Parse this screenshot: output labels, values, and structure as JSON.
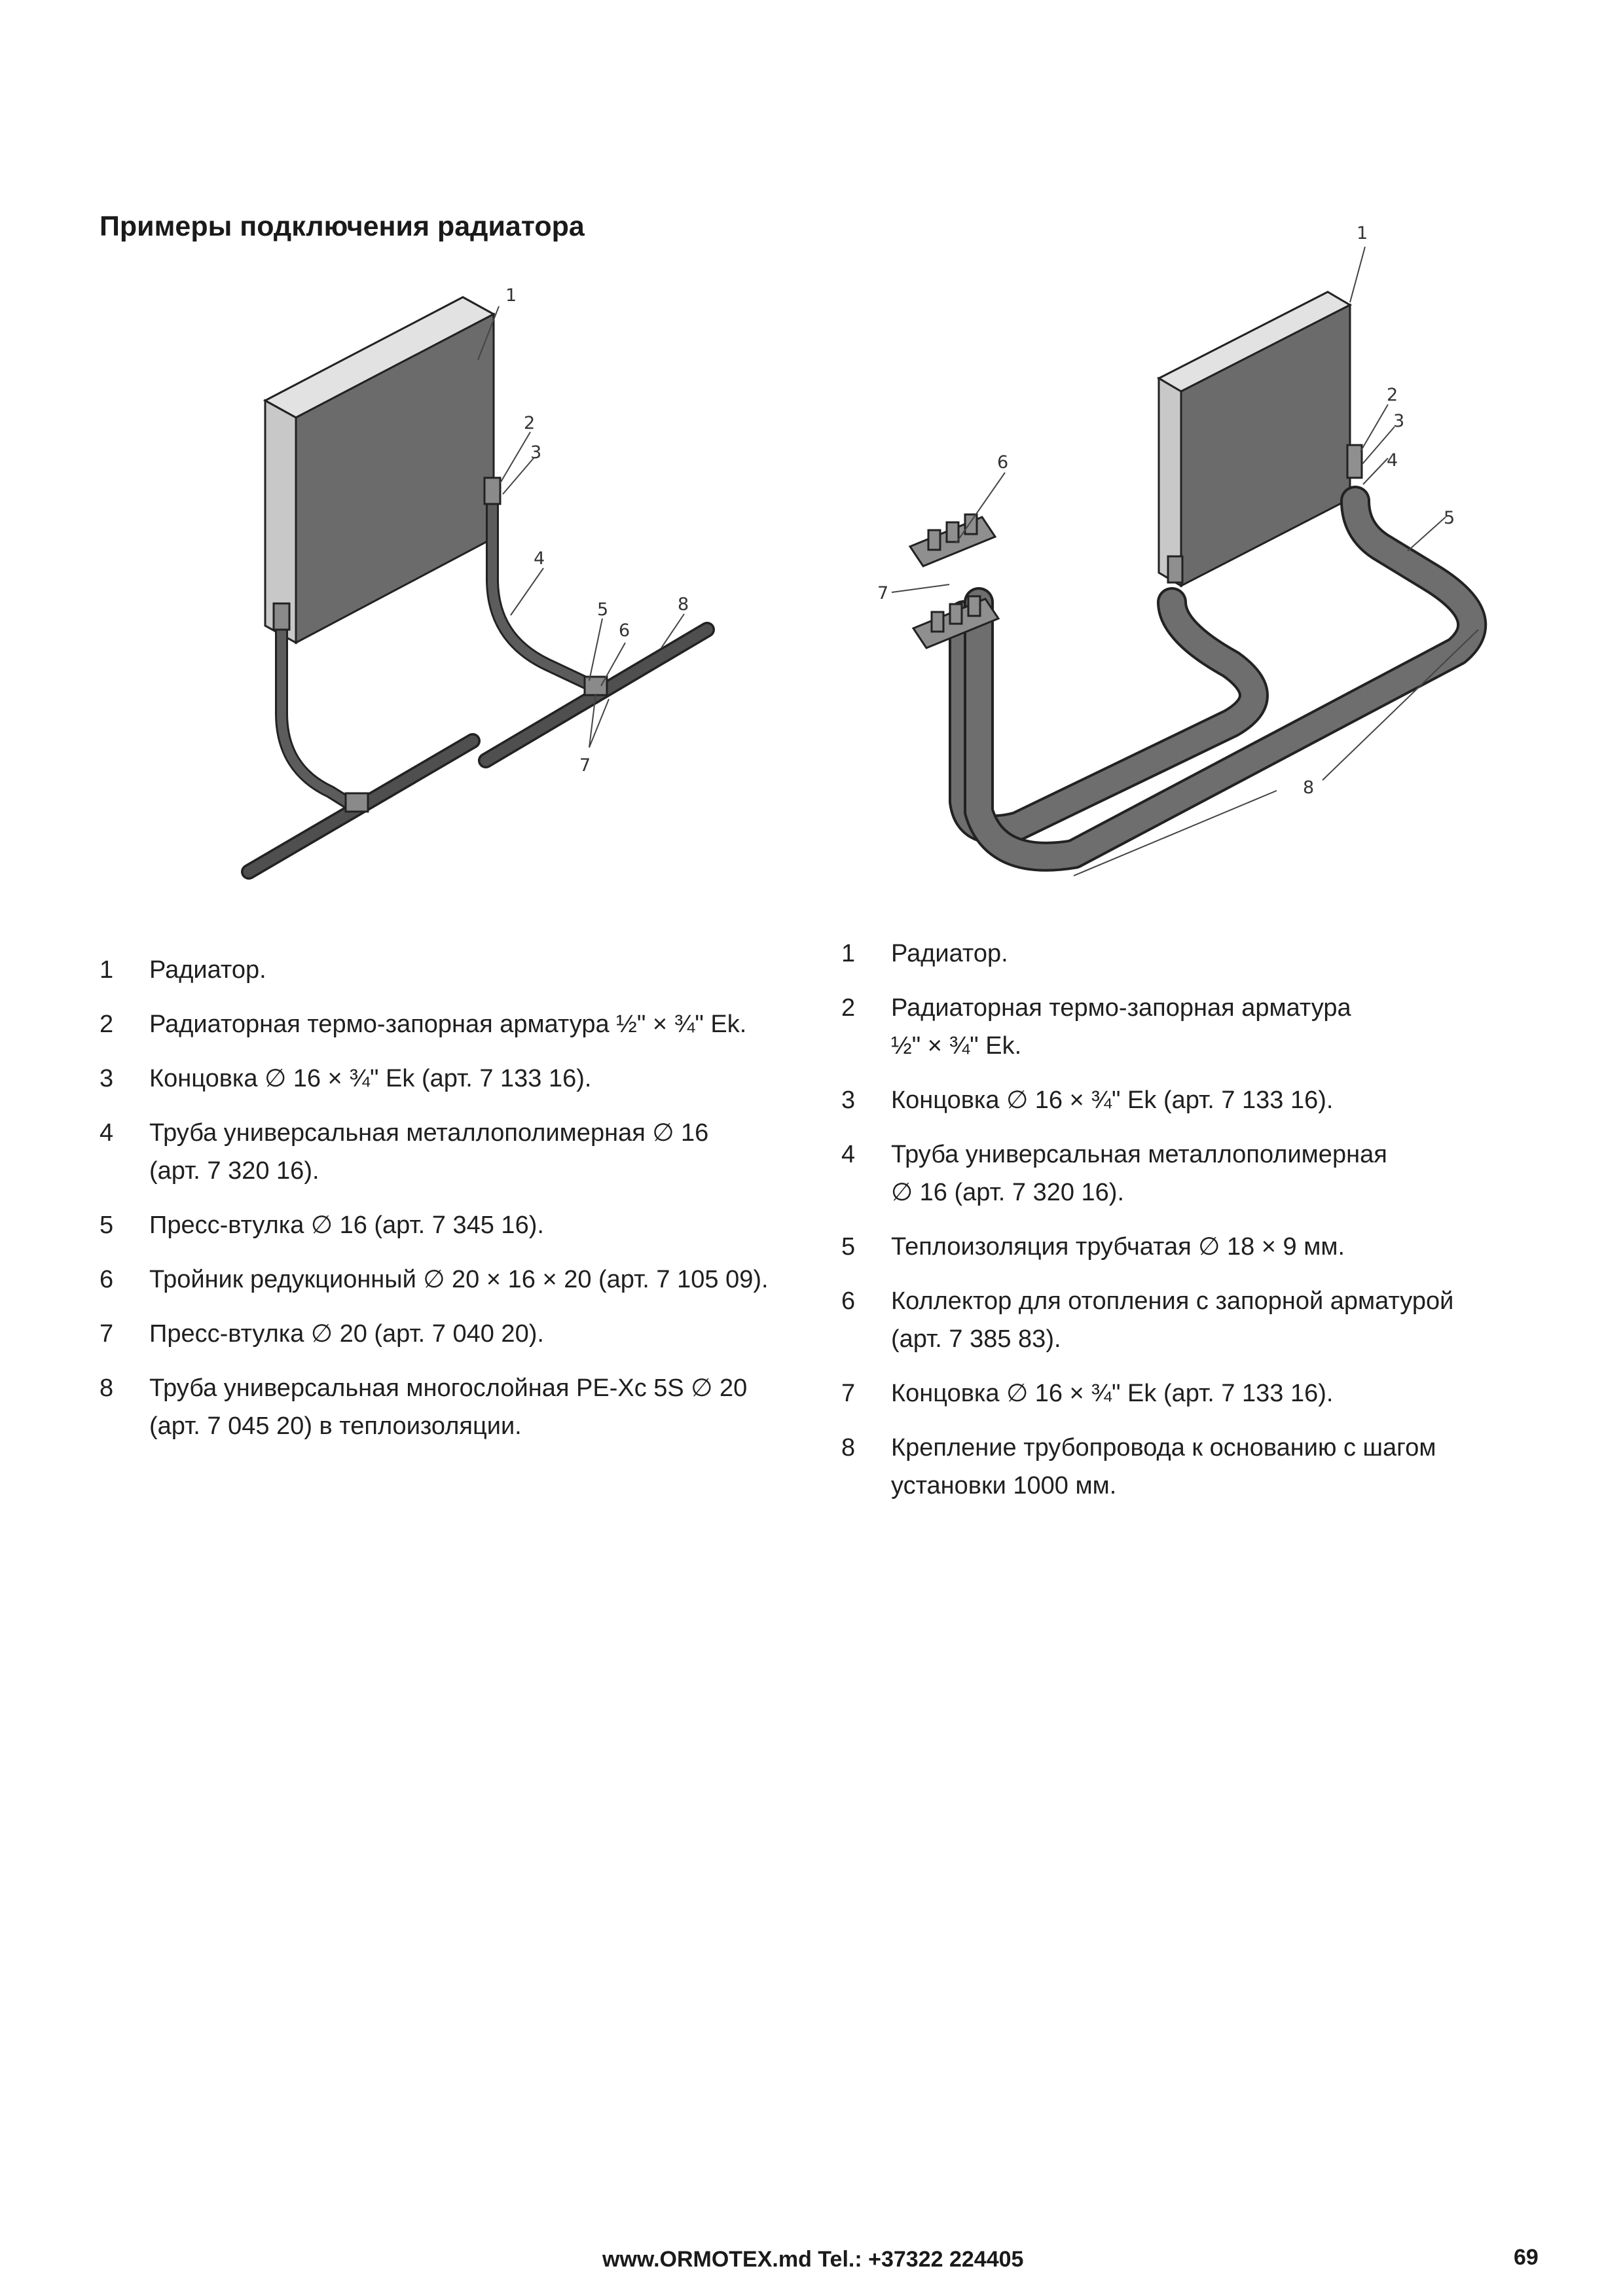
{
  "title": "Примеры подключения радиатора",
  "figure_left": {
    "callouts": {
      "c1": "1",
      "c2": "2",
      "c3": "3",
      "c4": "4",
      "c5": "5",
      "c6": "6",
      "c7": "7",
      "c8": "8"
    }
  },
  "figure_right": {
    "callouts": {
      "c1": "1",
      "c2": "2",
      "c3": "3",
      "c4": "4",
      "c5": "5",
      "c6": "6",
      "c7": "7",
      "c8": "8"
    }
  },
  "legend_left": [
    {
      "num": "1",
      "lines": [
        "Радиатор."
      ]
    },
    {
      "num": "2",
      "lines": [
        "Радиаторная термо-запорная арматура ½\" × ¾\" Ek."
      ]
    },
    {
      "num": "3",
      "lines": [
        "Концовка ∅  16 × ¾\" Ek (арт. 7 133 16)."
      ]
    },
    {
      "num": "4",
      "lines": [
        "Труба универсальная металлополимерная ∅ 16",
        "(арт. 7 320 16)."
      ]
    },
    {
      "num": "5",
      "lines": [
        "Пресс-втулка ∅ 16 (арт. 7 345 16)."
      ]
    },
    {
      "num": "6",
      "lines": [
        "Тройник редукционный ∅ 20 × 16 × 20 (арт. 7 105 09)."
      ]
    },
    {
      "num": "7",
      "lines": [
        "Пресс-втулка ∅ 20 (арт. 7 040 20)."
      ]
    },
    {
      "num": "8",
      "lines": [
        "Труба универсальная многослойная PE-Xc 5S ∅ 20",
        "(арт. 7 045 20) в теплоизоляции."
      ]
    }
  ],
  "legend_right": [
    {
      "num": "1",
      "lines": [
        "Радиатор."
      ]
    },
    {
      "num": "2",
      "lines": [
        "Радиаторная термо-запорная арматура",
        " ½\" × ¾\" Ek."
      ]
    },
    {
      "num": "3",
      "lines": [
        "Концовка ∅ 16 × ¾\" Ek (арт. 7 133 16)."
      ]
    },
    {
      "num": "4",
      "lines": [
        "Труба универсальная металлополимерная",
        "∅ 16 (арт. 7 320 16)."
      ]
    },
    {
      "num": "5",
      "lines": [
        "Теплоизоляция трубчатая ∅ 18 × 9 мм."
      ]
    },
    {
      "num": "6",
      "lines": [
        "Коллектор для отопления с запорной арматурой",
        "(арт. 7 385 83)."
      ]
    },
    {
      "num": "7",
      "lines": [
        "Концовка ∅ 16 × ¾\" Ek (арт. 7 133 16)."
      ]
    },
    {
      "num": "8",
      "lines": [
        "Крепление трубопровода к основанию с шагом",
        "установки 1000 мм."
      ]
    }
  ],
  "footer": {
    "contact": "www.ORMOTEX.md  Tel.: +37322 224405",
    "page_number": "69"
  },
  "colors": {
    "radiator_front": "#6b6b6b",
    "radiator_side": "#c8c8c8",
    "radiator_top": "#e2e2e2",
    "pipe": "#555555",
    "insulation": "#6e6e6e"
  }
}
